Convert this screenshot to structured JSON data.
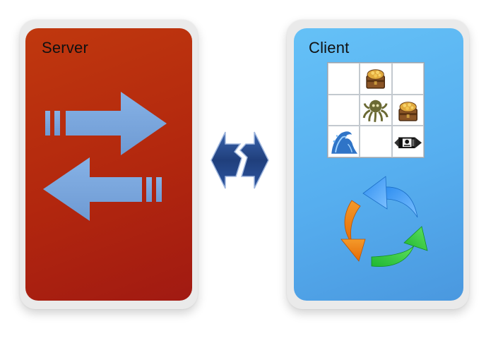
{
  "server": {
    "title": "Server"
  },
  "client": {
    "title": "Client",
    "grid": {
      "rows": 3,
      "cols": 3,
      "cells": [
        [
          "",
          "treasure-chest-icon",
          ""
        ],
        [
          "",
          "octopus-icon",
          "treasure-chest-icon"
        ],
        [
          "wave-icon",
          "",
          "pirate-ship-icon"
        ]
      ]
    }
  },
  "colors": {
    "server_card": "#b52a0e",
    "client_card": "#58b1f0",
    "arrow_fill": "#7aa7dc",
    "sync_arrow": "#1f3e7a",
    "cycle_blue": "#3b9af5",
    "cycle_orange": "#f07d12",
    "cycle_green": "#22c43b"
  }
}
